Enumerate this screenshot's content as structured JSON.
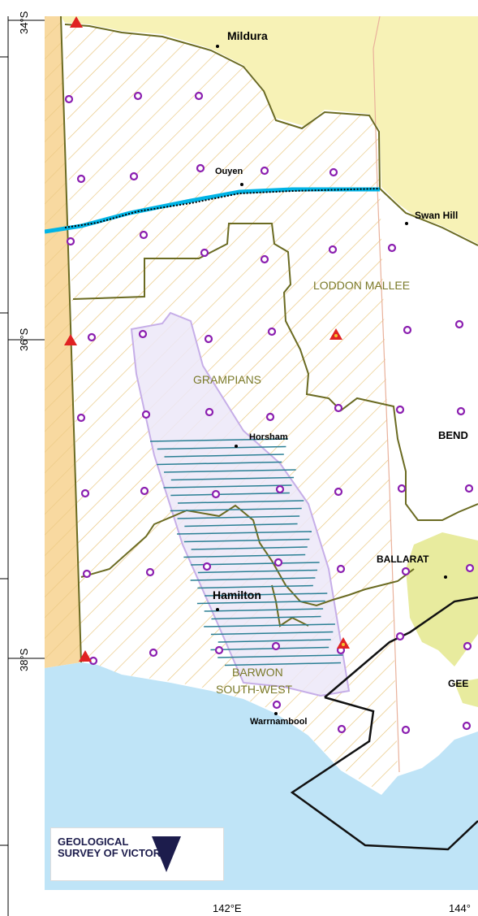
{
  "colors": {
    "sea": "#bfe4f7",
    "hatch_line": "#e8c47a",
    "nsw_land": "#f7f2b6",
    "sa_land": "#f8d9a0",
    "region_border": "#6b6b22",
    "state_border": "#e9b19b",
    "cities_fill": "#e8eb9e",
    "grampians_fill": "#ece8f8",
    "grampians_border": "#c6aee8",
    "survey_line": "#2a7f94",
    "survey_bold": "#00b4e6",
    "station": "#8b1fb0",
    "triangle": "#e02222",
    "offshore_boundary": "#111111",
    "region_label": "#7a7a2a",
    "logo_navy": "#1c1c4c"
  },
  "axes": {
    "lat_labels": [
      "34°S",
      "36°S",
      "38°S"
    ],
    "lon_labels": [
      "142°E",
      "144°"
    ]
  },
  "towns": [
    "Mildura",
    "Ouyen",
    "Swan Hill",
    "Horsham",
    "Hamilton",
    "Warrnambool"
  ],
  "region_labels": {
    "loddon": "LODDON MALLEE",
    "grampians": "GRAMPIANS",
    "bendigo": "BEND",
    "ballarat": "BALLARAT",
    "barwon_1": "BARWON",
    "barwon_2": "SOUTH-WEST",
    "geelong": "GEE"
  },
  "logo": {
    "line1": "GEOLOGICAL",
    "line2": "SURVEY OF VICTORIA"
  }
}
